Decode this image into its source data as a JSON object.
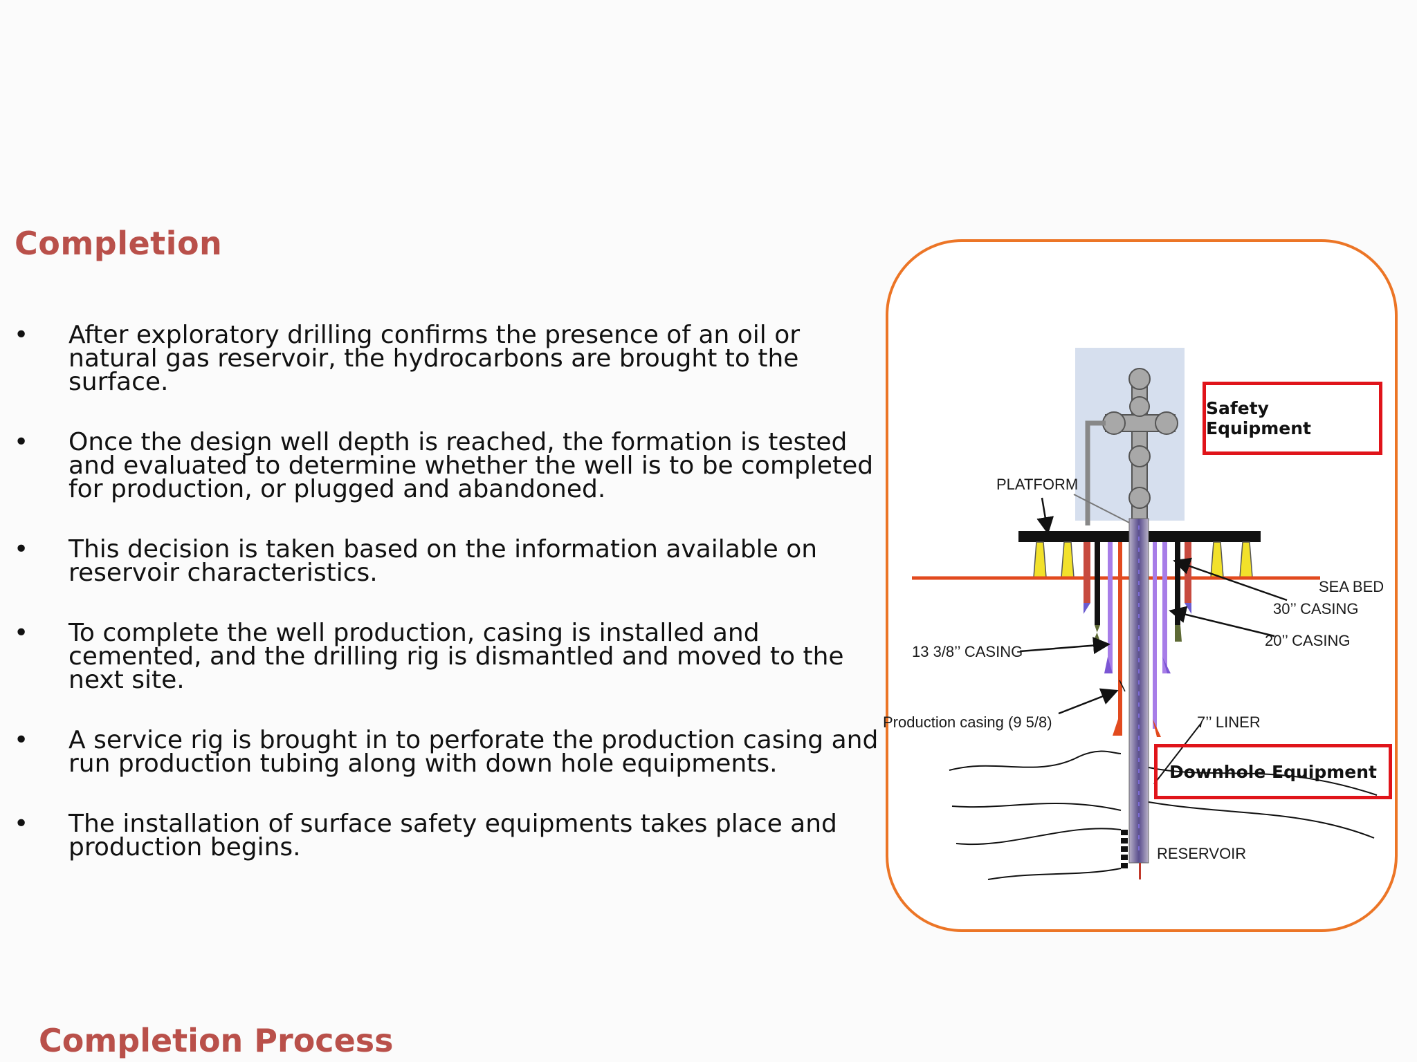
{
  "slide": {
    "title": "Completion",
    "footer_title": "Completion Process",
    "bullet_marker": "•",
    "bullets": [
      "After exploratory drilling confirms the presence of an oil or natural gas reservoir, the hydrocarbons are brought to the surface.",
      "Once the design well depth is reached, the formation is tested and evaluated to determine whether the well is to be completed for production, or plugged and abandoned.",
      "This decision is taken based on the information available on reservoir characteristics.",
      "To complete the well production, casing is installed and cemented, and the drilling rig is dismantled and moved to the next site.",
      "A service rig is brought in to perforate the production casing and run production tubing along with down hole equipments.",
      "The installation of surface safety equipments takes place and production begins."
    ]
  },
  "diagram": {
    "labels": {
      "platform": "PLATFORM",
      "sea_bed": "SEA BED",
      "casing_30": "30’’ CASING",
      "casing_20": "20’’ CASING",
      "casing_13": "13 3/8’’ CASING",
      "production_casing": "Production casing (9 5/8)",
      "liner": "7’’ LINER",
      "reservoir": "RESERVOIR"
    },
    "callouts": {
      "safety_equipment": "Safety Equipment",
      "downhole_equipment": "Downhole Equipment"
    },
    "colors": {
      "title": "#b9504a",
      "frame": "#ec7526",
      "callout_border": "#e0141a",
      "seabed": "#e24a1e",
      "casing_purple": "#a77de8",
      "platform": "#111111"
    }
  }
}
